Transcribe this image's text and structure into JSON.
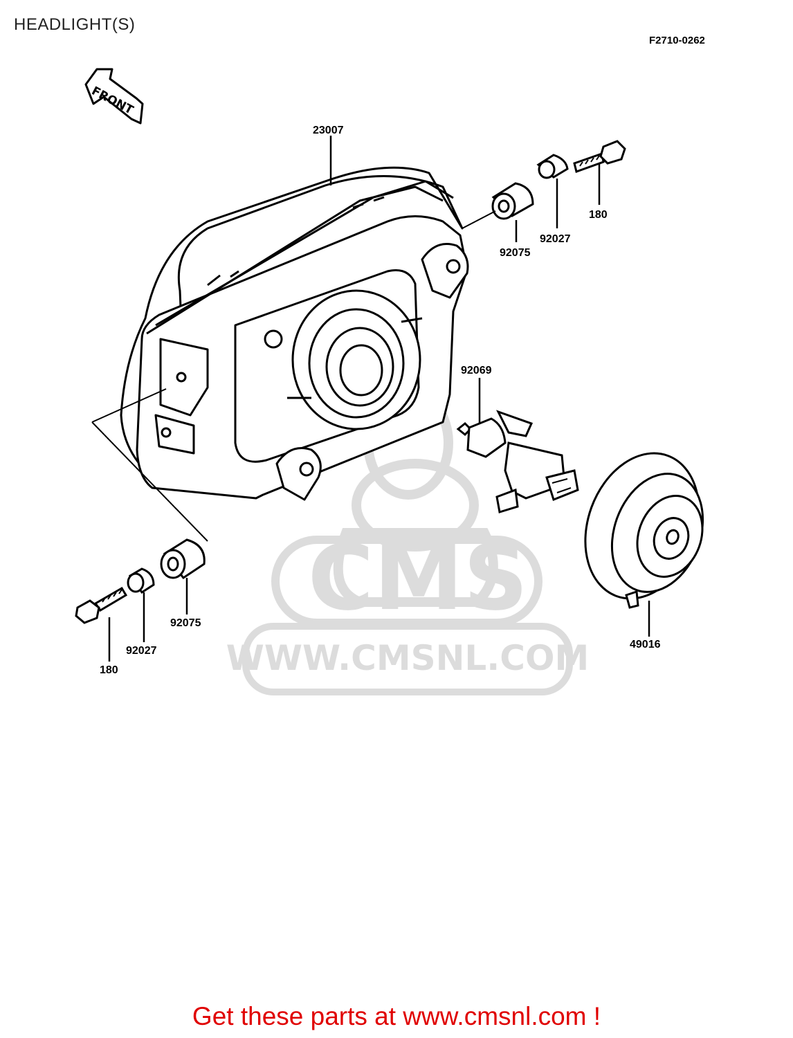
{
  "header": {
    "title": "HEADLIGHT(S)",
    "diagram_code": "F2710-0262"
  },
  "direction_marker": {
    "label": "FRONT",
    "icon": "front-arrow-icon"
  },
  "parts": [
    {
      "id": "headlight-housing",
      "number": "23007"
    },
    {
      "id": "grommet-top",
      "number": "92075"
    },
    {
      "id": "collar-top",
      "number": "92027"
    },
    {
      "id": "bolt-top",
      "number": "180"
    },
    {
      "id": "bulb",
      "number": "92069"
    },
    {
      "id": "cap",
      "number": "49016"
    },
    {
      "id": "grommet-bottom",
      "number": "92075"
    },
    {
      "id": "collar-bottom",
      "number": "92027"
    },
    {
      "id": "bolt-bottom",
      "number": "180"
    }
  ],
  "watermark": {
    "brand": "CMS",
    "url": "WWW.CMSNL.COM"
  },
  "footer": {
    "cta": "Get these parts at www.cmsnl.com !"
  },
  "colors": {
    "footer_text": "#e00000",
    "line_art": "#000000",
    "watermark": "#d8d8d8"
  }
}
